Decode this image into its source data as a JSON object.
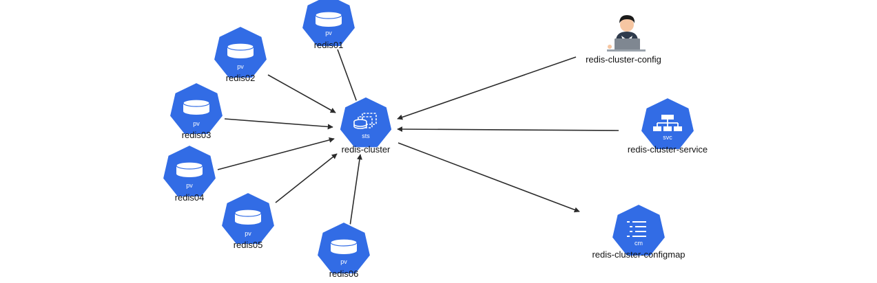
{
  "colors": {
    "k8s_blue": "#326ce5",
    "edge": "#2b2b2b",
    "label": "#111111"
  },
  "center": {
    "name": "redis-cluster",
    "kind": "sts",
    "icon": "statefulset-icon"
  },
  "volumes": [
    {
      "name": "redis01",
      "kind": "pv",
      "icon": "persistent-volume-icon"
    },
    {
      "name": "redis02",
      "kind": "pv",
      "icon": "persistent-volume-icon"
    },
    {
      "name": "redis03",
      "kind": "pv",
      "icon": "persistent-volume-icon"
    },
    {
      "name": "redis04",
      "kind": "pv",
      "icon": "persistent-volume-icon"
    },
    {
      "name": "redis05",
      "kind": "pv",
      "icon": "persistent-volume-icon"
    },
    {
      "name": "redis06",
      "kind": "pv",
      "icon": "persistent-volume-icon"
    }
  ],
  "user": {
    "name": "redis-cluster-config",
    "icon": "user-at-laptop-icon"
  },
  "service": {
    "name": "redis-cluster-service",
    "kind": "svc",
    "icon": "service-icon"
  },
  "configmap": {
    "name": "redis-cluster-configmap",
    "kind": "cm",
    "icon": "configmap-icon"
  }
}
